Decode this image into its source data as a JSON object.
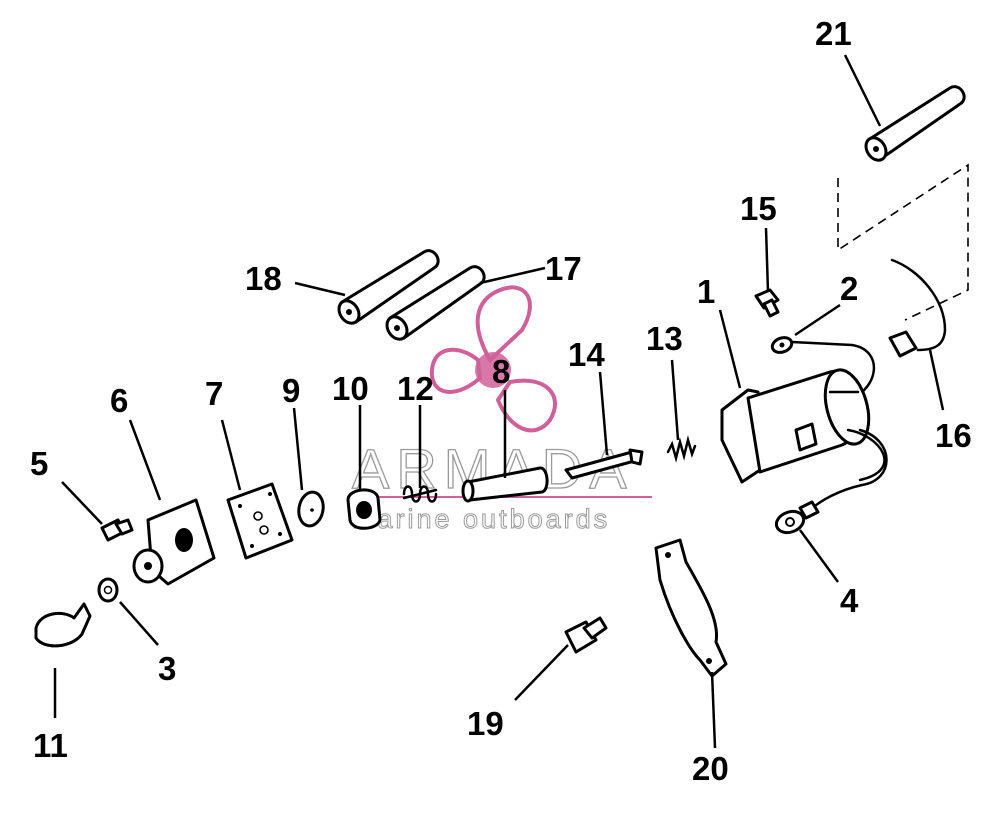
{
  "watermark": {
    "brand": "ARMADA",
    "tagline": "marine outboards",
    "colors": {
      "accent": "#d0609a",
      "text": "#9a9a9a"
    }
  },
  "callouts": [
    "1",
    "2",
    "3",
    "4",
    "5",
    "6",
    "7",
    "8",
    "9",
    "10",
    "11",
    "12",
    "13",
    "14",
    "15",
    "16",
    "17",
    "18",
    "19",
    "20",
    "21"
  ]
}
